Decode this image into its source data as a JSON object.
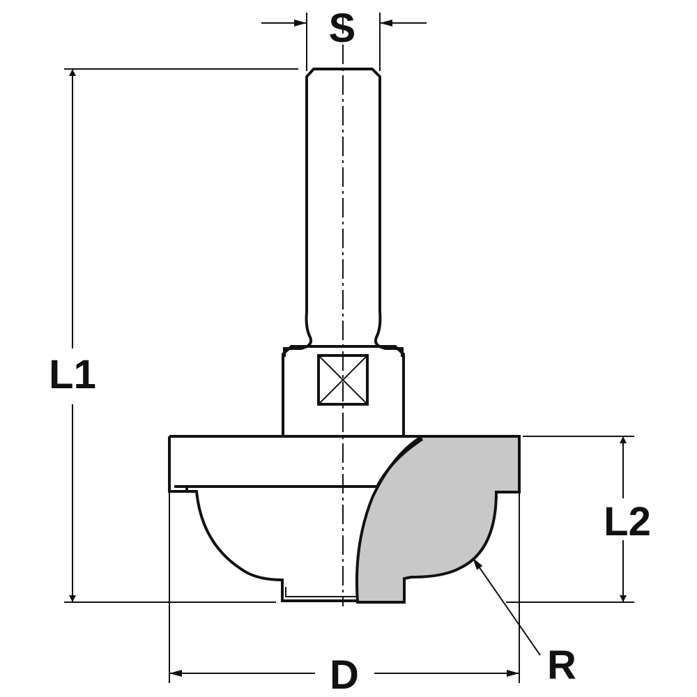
{
  "diagram": {
    "labels": {
      "shank": "S",
      "overall_length": "L1",
      "cutting_length": "L2",
      "radius": "R",
      "diameter": "D"
    },
    "colors": {
      "ink": "#111111",
      "profile_fill": "#c8c8c8",
      "background": "#ffffff"
    }
  }
}
